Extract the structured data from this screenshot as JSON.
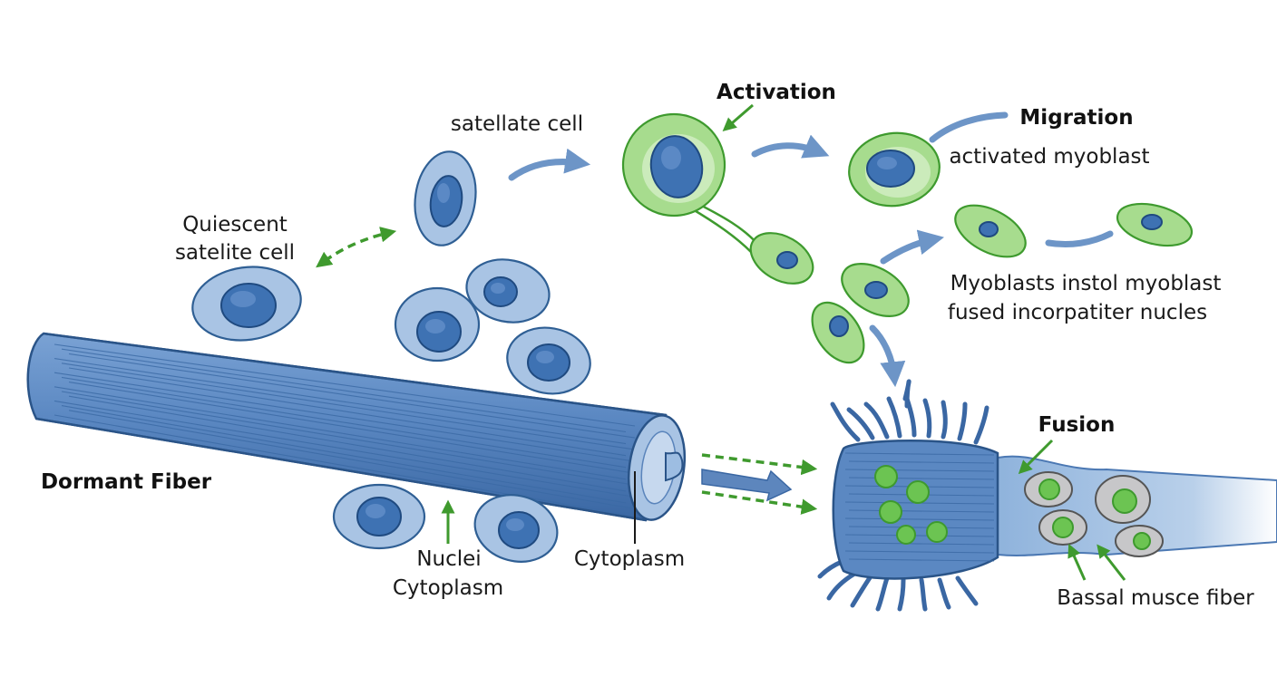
{
  "labels": {
    "activation": "Activation",
    "migration": "Migration",
    "satellite_cell": "satellate cell",
    "activated_myoblast": "activated myoblast",
    "quiescent_line1": "Quiescent",
    "quiescent_line2": "satelite cell",
    "myoblasts_line1": "Myoblasts instol myoblast",
    "myoblasts_line2": "fused incorpatiter nucles",
    "dormant_fiber": "Dormant Fiber",
    "fusion": "Fusion",
    "nuclei": "Nuclei",
    "cytoplasm_left": "Cytoplasm",
    "cytoplasm_right": "Cytoplasm",
    "basal_fiber": "Bassal musce fiber"
  },
  "colors": {
    "cell_blue": "#a9c4e4",
    "nucleus_blue": "#3e72b3",
    "activated_green": "#a7dc8e",
    "arrow_blue": "#6d95c7",
    "pointer_green": "#3f9a2e",
    "fiber_blue": "#5b88c2"
  }
}
